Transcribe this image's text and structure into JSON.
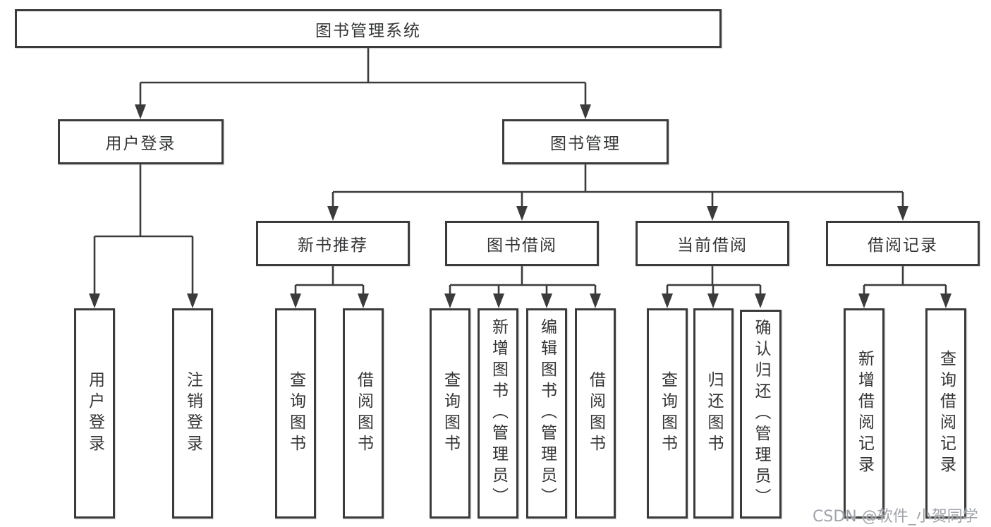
{
  "tree": {
    "label": "图书管理系统",
    "children": [
      {
        "label": "用户登录",
        "children": [
          {
            "label": "用户登录"
          },
          {
            "label": "注销登录"
          }
        ]
      },
      {
        "label": "图书管理",
        "children": [
          {
            "label": "新书推荐",
            "children": [
              {
                "label": "查询图书"
              },
              {
                "label": "借阅图书"
              }
            ]
          },
          {
            "label": "图书借阅",
            "children": [
              {
                "label": "查询图书"
              },
              {
                "label": "新增图书（管理员）"
              },
              {
                "label": "编辑图书（管理员）"
              },
              {
                "label": "借阅图书"
              }
            ]
          },
          {
            "label": "当前借阅",
            "children": [
              {
                "label": "查询图书"
              },
              {
                "label": "归还图书"
              },
              {
                "label": "确认归还（管理员）"
              }
            ]
          },
          {
            "label": "借阅记录",
            "children": [
              {
                "label": "新增借阅记录"
              },
              {
                "label": "查询借阅记录"
              }
            ]
          }
        ]
      }
    ]
  },
  "colors": {
    "line": "#3b3b3b",
    "border": "#3b3b3b",
    "text": "#333436",
    "watermark": "#9a9ea4"
  },
  "watermark": "CSDN @软件_小贺同学"
}
